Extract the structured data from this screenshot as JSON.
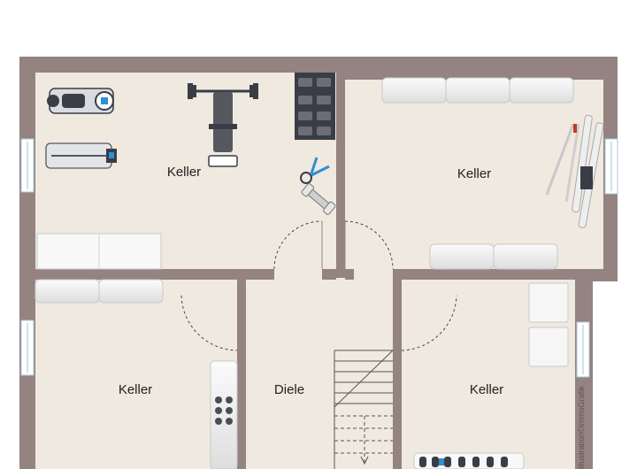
{
  "rooms": [
    {
      "id": "keller-fitness",
      "label": "Keller"
    },
    {
      "id": "keller-ski",
      "label": "Keller"
    },
    {
      "id": "keller-left",
      "label": "Keller"
    },
    {
      "id": "diele",
      "label": "Diele"
    },
    {
      "id": "keller-right",
      "label": "Keller"
    }
  ],
  "credit": "Illustration©immoGrafik",
  "colors": {
    "wall": "#948381",
    "floor": "#efe9e0",
    "furniture": "#f3f3f3",
    "furniture_edge": "#c9c9c9",
    "window": "#d9ecf2",
    "equipment_dark": "#3a3d45",
    "accent_blue": "#2e8fd3"
  },
  "icons": [
    "window-icon",
    "door-swing-icon",
    "staircase-icon",
    "exercise-bike-icon",
    "weight-bench-icon",
    "dumbbell-rack-icon",
    "skis-icon",
    "shoe-rack-icon"
  ]
}
